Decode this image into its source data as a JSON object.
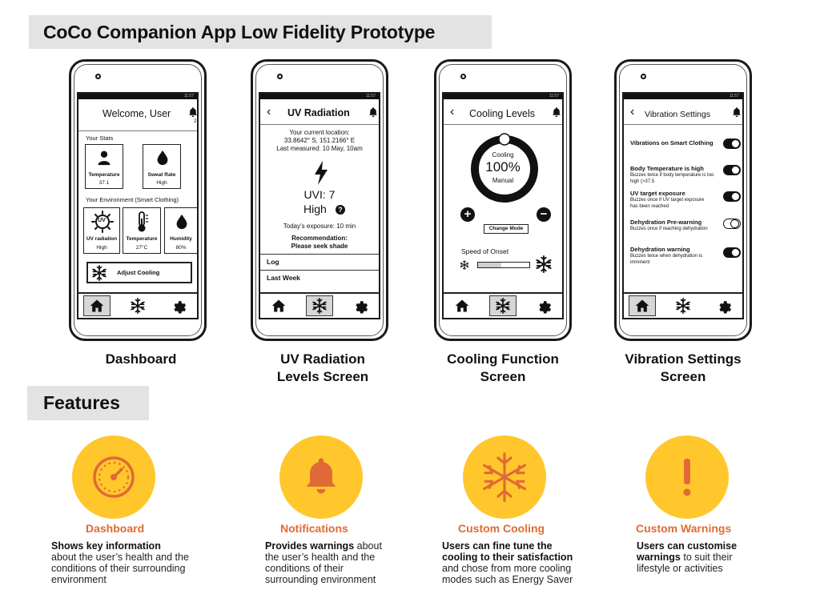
{
  "title": "CoCo Companion App Low Fidelity Prototype",
  "features_heading": "Features",
  "status_bar": "11:57",
  "screens": {
    "dashboard": {
      "label": "Dashboard",
      "welcome": "Welcome, User",
      "notif_count": "2",
      "your_stats": "Your Stats",
      "temperature_label": "Temperature",
      "temperature_value": "37.1",
      "sweat_label": "Sweat Rate",
      "sweat_value": "High",
      "your_env": "Your Environment (Smart Clothing)",
      "uv_icon_text": "UV",
      "uv_label": "UV radiation",
      "uv_value": "High",
      "env_temp_label": "Temperature",
      "env_temp_value": "27°C",
      "humidity_label": "Humidity",
      "humidity_value": "80%",
      "adjust_cooling": "Adjust Cooling"
    },
    "uv": {
      "label_line1": "UV Radiation",
      "label_line2": "Levels Screen",
      "title": "UV Radiation",
      "loc_line1": "Your current location:",
      "loc_line2": "33.8642° S, 151.2166° E",
      "loc_line3": "Last measured: 10 May, 10am",
      "uvi": "UVI: 7",
      "level": "High",
      "exposure": "Today's exposure: 10 min",
      "rec_title": "Recommendation:",
      "rec_text": "Please seek shade",
      "log": "Log",
      "last_week": "Last Week"
    },
    "cooling": {
      "label_line1": "Cooling Function",
      "label_line2": "Screen",
      "title": "Cooling Levels",
      "ring_label": "Cooling",
      "percent": "100%",
      "percent_fraction": 1.0,
      "mode": "Manual",
      "change_mode": "Change Mode",
      "speed_label": "Speed of Onset",
      "speed_fraction": 0.45
    },
    "vibration": {
      "label_line1": "Vibration Settings",
      "label_line2": "Screen",
      "title": "Vibration Settings",
      "settings": [
        {
          "title": "Vibrations on Smart Clothing",
          "desc": "",
          "on": true
        },
        {
          "title": "Body Temperature is high",
          "desc": "Buzzes twice if body temperature is too high (>37.5",
          "on": true
        },
        {
          "title": "UV target exposure",
          "desc": "Buzzes once if UV target exposure has been reached",
          "on": true
        },
        {
          "title": "Dehydration Pre-warning",
          "desc": "Buzzes once if reaching dehydration",
          "on": false
        },
        {
          "title": "Dehydration warning",
          "desc": "Buzzes twice when dehydration is imminent",
          "on": true
        }
      ]
    }
  },
  "features": [
    {
      "title": "Dashboard",
      "bold": "Shows key information",
      "rest": "about the user’s health and the conditions of their surrounding environment",
      "icon": "gauge-icon"
    },
    {
      "title": "Notifications",
      "bold": "Provides warnings",
      "rest": "about the user’s health and the conditions of their surrounding environment",
      "icon": "bell-icon"
    },
    {
      "title": "Custom Cooling",
      "bold": "Users can fine tune the cooling to their satisfaction",
      "rest": "and chose from more cooling modes such as Energy Saver",
      "icon": "snowflake-icon"
    },
    {
      "title": "Custom Warnings",
      "bold": "Users can customise warnings",
      "rest": "to suit their lifestyle or activities",
      "icon": "exclamation-icon"
    }
  ],
  "colors": {
    "accent": "#e06a36",
    "circle": "#ffc72c",
    "header_bg": "#e3e3e3"
  }
}
